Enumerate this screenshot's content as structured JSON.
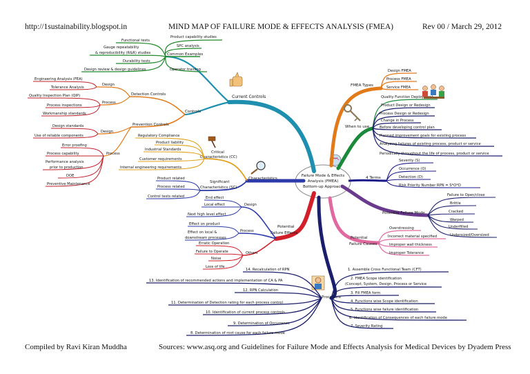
{
  "header": {
    "url": "http://1sustainability.blogspot.in",
    "title": "MIND MAP OF FAILURE MODE & EFFECTS ANALYSIS (FMEA)",
    "revision": "Rev 00 / March 29, 2012"
  },
  "footer": {
    "compiled": "Compiled by Ravi Kiran Muddha",
    "sources": "Sources: www.asq.org and Guidelines for Failure Mode and Effects Analysis for Medical Devices by Dyadem Press"
  },
  "center": {
    "line1": "Failure Mode & Effects",
    "line2": "Analysis (FMEA)",
    "line3": "Bottom-up Approach"
  },
  "colors": {
    "current_controls": "#1f8fb0",
    "characteristics": "#2b3aa8",
    "potential_effects": "#d1202a",
    "procedure": "#1b1f6b",
    "potential_causes": "#e06aa0",
    "potential_failure_mode": "#6a3a8f",
    "four_terms": "#1a1a8a",
    "when_to_use": "#1a8a3a",
    "fmea_types": "#e27a1a"
  },
  "nodes": {
    "current_controls": "Current Controls",
    "common_examples": "Common Examples",
    "product_capability": "Product capability studies",
    "spc_analysis": "SPC analysis",
    "functional_tests": "Functional tests",
    "gauge_rr1": "Gauge repeatability",
    "gauge_rr2": "& reproducibility (R&R) studies",
    "durability_tests": "Durability tests",
    "design_review": "Design review & design guidelines",
    "operator_training": "Operator training",
    "controls": "Controls",
    "detection_controls": "Detection Controls",
    "det_design": "Design",
    "engineering_analysis": "Engineering Analysis (FEA)",
    "tolerance_analysis": "Tolerance Analysis",
    "det_process": "Process",
    "qip": "Quality Inspection Plan (QIP)",
    "process_inspections": "Process inspections",
    "workmanship": "Workmanship standards",
    "prevention_controls": "Prevention Controls",
    "prev_design": "Design",
    "design_standards": "Design standards",
    "reliable_components": "Use of reliable components",
    "prev_process": "Process",
    "error_proofing": "Error proofing",
    "process_capability": "Process capability",
    "performance_analysis1": "Performance analysis",
    "performance_analysis2": "prior to production",
    "doe": "DOE",
    "preventive_maintenance": "Preventive Maintenance",
    "characteristics": "Characteristics",
    "critical1": "Critical",
    "critical2": "Characteristics (CC)",
    "regulatory_compliance": "Regulatory Compliance",
    "product_liability": "Product liability",
    "industrial_standards": "Industrial Standards",
    "customer_requirements": "Customer requirements",
    "internal_engineering": "Internal engineering requirements",
    "significant1": "Significant",
    "significant2": "Characteristics (SC)",
    "product_related": "Product related",
    "process_related": "Process related",
    "control_tests": "Control tests related",
    "potential_effects1": "Potential",
    "potential_effects2": "Failure Effects",
    "eff_design": "Design",
    "end_effect": "End effect",
    "local_effect": "Local effect",
    "next_high_level": "Next high level effect",
    "eff_process": "Process",
    "effect_on_product": "Effect on product",
    "effect_local1": "Effect on local &",
    "effect_local2": "downstream processes",
    "eff_others": "Others",
    "erratic_operation": "Erratic Operation",
    "failure_to_operate": "Failure to Operate",
    "noise": "Noise",
    "loss_of_life": "Loss of life",
    "procedure": "Procedure",
    "p1": "1. Assemble Cross Functional Team (CFT)",
    "p2a": "2. FMEA Scope identification",
    "p2b": "(Concept, System, Design, Process or Service",
    "p3": "3. Fill FMEA form",
    "p4": "4. Functions wise Scope identification",
    "p5": "5. Functions wise failure identification",
    "p6": "6. Identification of Consequences of each failure mode",
    "p7": "7. Severity Rating",
    "p8": "8. Determination of root cause for each failure mode",
    "p9": "9. Determination of Occurrence",
    "p10": "10. Identification of current process controls",
    "p11": "11. Determination of Detection rating for each process control",
    "p12": "12. RPN Calculation",
    "p13": "13. Identification of recommended actions and implementation of CA & PA",
    "p14": "14. Recalculation of RPN",
    "potential_causes1": "Potential",
    "potential_causes2": "Failure Causes",
    "overstressing": "Overstressing",
    "incorrect_material": "Incorrect material specified",
    "improper_wall": "Improper wall thickness",
    "improper_tolerance": "Improper Tolerance",
    "potential_failure_mode": "Potential Failure Mode",
    "failure_to_open": "Failure to Open/close",
    "brittle": "Brittle",
    "cracked": "Cracked",
    "warped": "Warped",
    "underfilled": "Underfilled",
    "undersized": "Undersized/Oversized",
    "four_terms": "4 Terms",
    "severity": "Severity (S)",
    "occurrence": "Occurrence (O)",
    "detection": "Detection (D)",
    "rpn": "Risk Priority Number RPN = S*O*D",
    "when_to_use": "When to use",
    "qfd": "Quality Function Deployment",
    "product_design": "Product Design or Redesign",
    "process_design": "Process Design or Redesign",
    "change_in_process": "Change in Process",
    "before_control_plan": "Before developing control plan",
    "planned_improvement": "Planned improvement goals for existing process",
    "analyzing_failures": "Analyzing failures of existing process, product or service",
    "periodically": "Periodically throughout the life of process, product or service",
    "fmea_types": "FMEA Types",
    "design_fmea": "Design FMEA",
    "process_fmea": "Process FMEA",
    "service_fmea": "Service FMEA"
  }
}
